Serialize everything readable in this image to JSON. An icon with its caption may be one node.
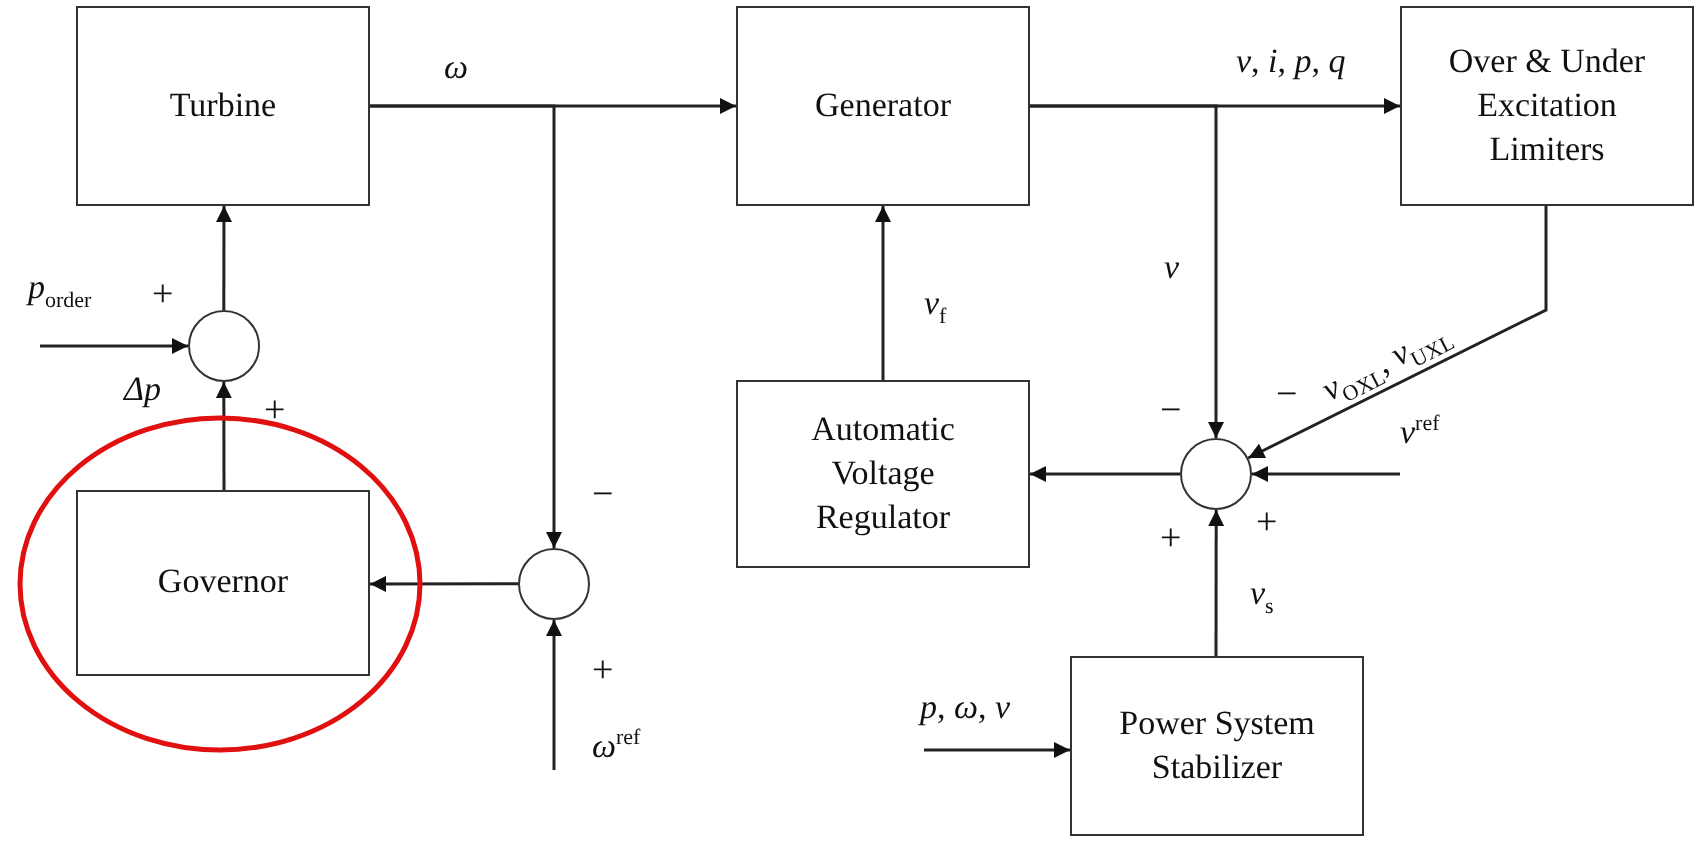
{
  "diagram": {
    "nodes": [
      {
        "text": [
          "Turbine"
        ]
      },
      {
        "text": [
          "Generator"
        ]
      },
      {
        "text": [
          "Over & Under Excitation Limiters"
        ]
      },
      {
        "text": [],
        "shape": "circle"
      },
      {
        "text": [
          "Automatic Voltage Regulator"
        ]
      },
      {
        "text": [],
        "shape": "circle"
      },
      {
        "text": [
          "Governor"
        ]
      },
      {
        "text": [],
        "shape": "circle"
      },
      {
        "text": [
          "Power System Stabilizer"
        ]
      }
    ],
    "edges": [
      {
        "from": 0,
        "to": 1,
        "arrow": "to",
        "label": "*ω*"
      },
      {
        "from": 0,
        "to": 7,
        "arrow": "to"
      },
      {
        "from": 1,
        "to": 2,
        "arrow": "to",
        "label": "*v*, *i*, *p*, *q*"
      },
      {
        "from": 1,
        "to": 5,
        "arrow": "to",
        "label": "*v*"
      },
      {
        "from": 2,
        "to": 5,
        "arrow": "to",
        "label": "*v*$_{OXL}$, *v*$_{UXL}$"
      },
      {
        "from": null,
        "to": 5,
        "arrow": "to",
        "label": "*v*$^{ref}$"
      },
      {
        "from": 8,
        "to": 5,
        "arrow": "to",
        "label": "*v*$_{s}$"
      },
      {
        "from": null,
        "to": 8,
        "arrow": "to",
        "label": "*p*, *ω*, *v*"
      },
      {
        "from": 5,
        "to": 4,
        "arrow": "to"
      },
      {
        "from": 4,
        "to": 1,
        "arrow": "to",
        "label": "*v*$_{f}$"
      },
      {
        "from": 7,
        "to": 6,
        "arrow": "to"
      },
      {
        "from": null,
        "to": 7,
        "arrow": "to",
        "label": "*ω*$^{ref}$"
      },
      {
        "from": 6,
        "to": 3,
        "arrow": "to",
        "label": "*Δp*"
      },
      {
        "from": null,
        "to": 3,
        "arrow": "to",
        "label": "*p*$_{order}$"
      },
      {
        "from": 3,
        "to": 0,
        "arrow": "to"
      }
    ],
    "labels": [
      "+",
      "+",
      "−",
      "+",
      "−",
      "−",
      "+",
      "+"
    ]
  }
}
